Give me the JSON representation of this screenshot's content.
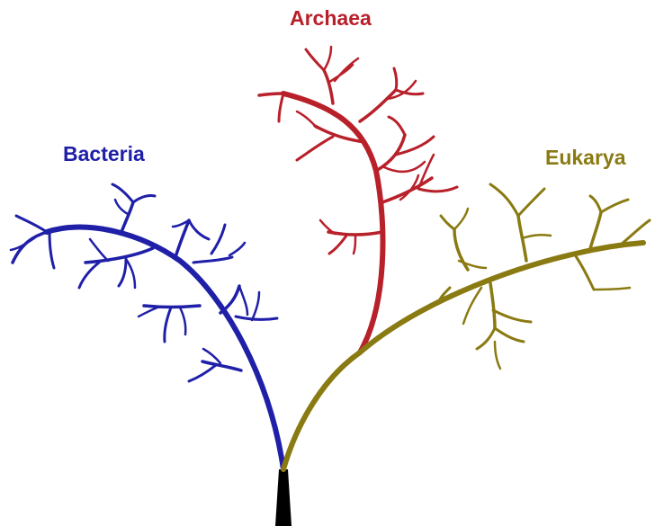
{
  "domains": [
    {
      "key": "bacteria",
      "label": "Bacteria",
      "color": "#1f1fa8"
    },
    {
      "key": "archaea",
      "label": "Archaea",
      "color": "#b8202a"
    },
    {
      "key": "eukarya",
      "label": "Eukarya",
      "color": "#8a7a12"
    }
  ],
  "trunk_color": "#000000"
}
